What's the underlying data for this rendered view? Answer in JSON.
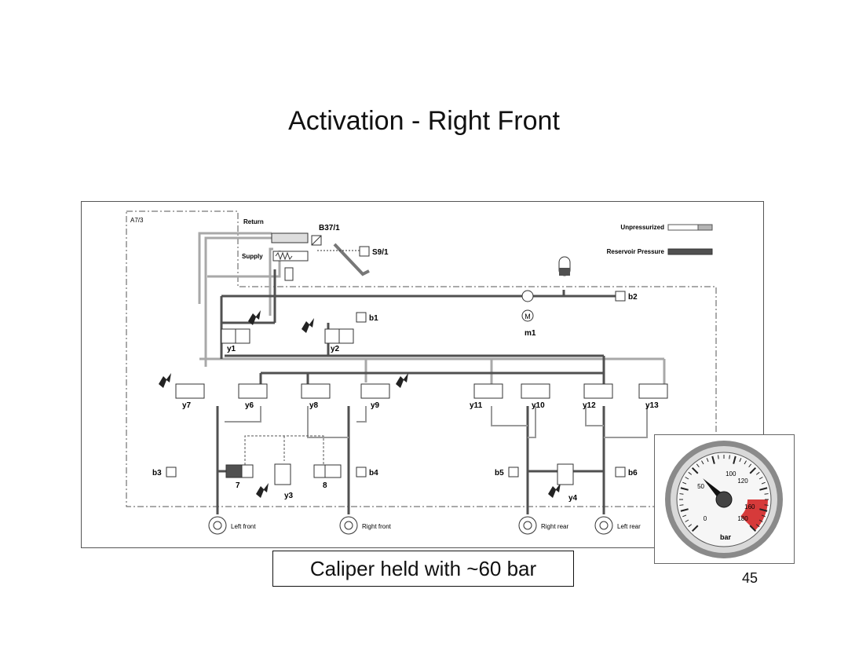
{
  "slide": {
    "title": "Activation - Right Front",
    "caption": "Caliper held with ~60 bar",
    "page_number": "45"
  },
  "diagram": {
    "module_label": "A7/3",
    "return_label": "Return",
    "supply_label": "Supply",
    "legend": {
      "unpressurized": "Unpressurized",
      "reservoir": "Reservoir Pressure"
    },
    "components": {
      "b37": "B37/1",
      "s9": "S9/1",
      "b1": "b1",
      "b2": "b2",
      "b3": "b3",
      "b4": "b4",
      "b5": "b5",
      "b6": "b6",
      "m1": "m1",
      "motor": "M",
      "y1": "y1",
      "y2": "y2",
      "y3": "y3",
      "y4": "y4",
      "y6": "y6",
      "y7": "y7",
      "y8": "y8",
      "y9": "y9",
      "y10": "y10",
      "y11": "y11",
      "y12": "y12",
      "y13": "y13",
      "c7": "7",
      "c8": "8"
    },
    "wheels": {
      "left_front": "Left front",
      "right_front": "Right front",
      "right_rear": "Right rear",
      "left_rear": "Left rear"
    }
  },
  "gauge": {
    "unit": "bar",
    "ticks": [
      "0",
      "50",
      "100",
      "120",
      "160",
      "180"
    ],
    "value": 60,
    "max": 180
  },
  "colors": {
    "pressurized_line": "#505050",
    "unpressurized_line": "#b4b4b4",
    "gauge_red": "#d63a3a"
  }
}
